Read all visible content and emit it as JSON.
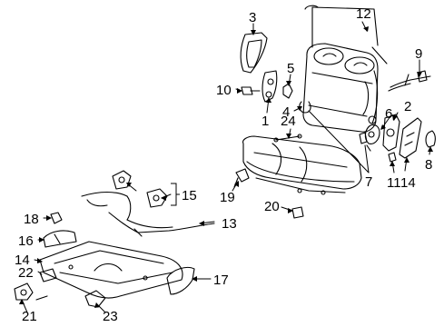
{
  "diagram": {
    "callouts": [
      {
        "id": "c1",
        "text": "1"
      },
      {
        "id": "c2",
        "text": "2"
      },
      {
        "id": "c3",
        "text": "3"
      },
      {
        "id": "c4",
        "text": "4"
      },
      {
        "id": "c5",
        "text": "5"
      },
      {
        "id": "c6",
        "text": "6"
      },
      {
        "id": "c7",
        "text": "7"
      },
      {
        "id": "c8",
        "text": "8"
      },
      {
        "id": "c9",
        "text": "9"
      },
      {
        "id": "c10",
        "text": "10"
      },
      {
        "id": "c11",
        "text": "11"
      },
      {
        "id": "c12",
        "text": "12"
      },
      {
        "id": "c13",
        "text": "13"
      },
      {
        "id": "c14a",
        "text": "14"
      },
      {
        "id": "c14b",
        "text": "14"
      },
      {
        "id": "c15",
        "text": "15"
      },
      {
        "id": "c16",
        "text": "16"
      },
      {
        "id": "c17",
        "text": "17"
      },
      {
        "id": "c18",
        "text": "18"
      },
      {
        "id": "c19",
        "text": "19"
      },
      {
        "id": "c20",
        "text": "20"
      },
      {
        "id": "c21",
        "text": "21"
      },
      {
        "id": "c22",
        "text": "22"
      },
      {
        "id": "c23",
        "text": "23"
      },
      {
        "id": "c24",
        "text": "24"
      }
    ]
  }
}
